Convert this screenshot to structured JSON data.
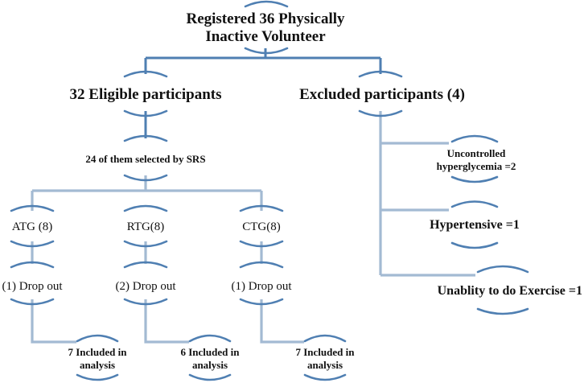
{
  "root": {
    "line1": "Registered 36 Physically",
    "line2": "Inactive Volunteer"
  },
  "eligible": "32 Eligible participants",
  "excluded": "Excluded participants (4)",
  "selected": "24 of them selected by SRS",
  "groups": [
    {
      "name": "ATG (8)",
      "dropout": "(1) Drop out",
      "included_line1": "7 Included in",
      "included_line2": "analysis"
    },
    {
      "name": "RTG(8)",
      "dropout": "(2) Drop out",
      "included_line1": "6 Included in",
      "included_line2": "analysis"
    },
    {
      "name": "CTG(8)",
      "dropout": "(1) Drop out",
      "included_line1": "7 Included in",
      "included_line2": "analysis"
    }
  ],
  "exclusion_reasons": [
    {
      "line1": "Uncontrolled",
      "line2": "hyperglycemia =2"
    },
    {
      "line1": "Hypertensive =1"
    },
    {
      "line1": "Unablity to do Exercise =1"
    }
  ],
  "colors": {
    "connector_dark": "#4f7fb2",
    "connector_light": "#a3bad3",
    "text": "#111111"
  }
}
